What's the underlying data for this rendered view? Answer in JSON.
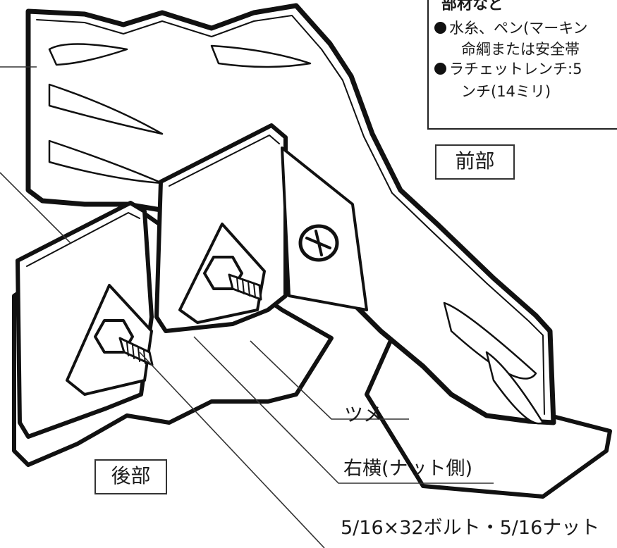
{
  "infobox": {
    "title": "部材など",
    "line1": "水糸、ペン(マーキン",
    "line2": "命綱または安全帯",
    "line3": "ラチェットレンチ:5",
    "line4": "ンチ(14ミリ)"
  },
  "labels": {
    "front": "前部",
    "rear": "後部",
    "claw": "ツメ",
    "right_side": "右横(ナット側)",
    "bolt": "5/16×32ボルト・5/16ナット"
  },
  "colors": {
    "line": "#111111",
    "fill": "#ffffff",
    "shade": "#e8e8e8"
  }
}
